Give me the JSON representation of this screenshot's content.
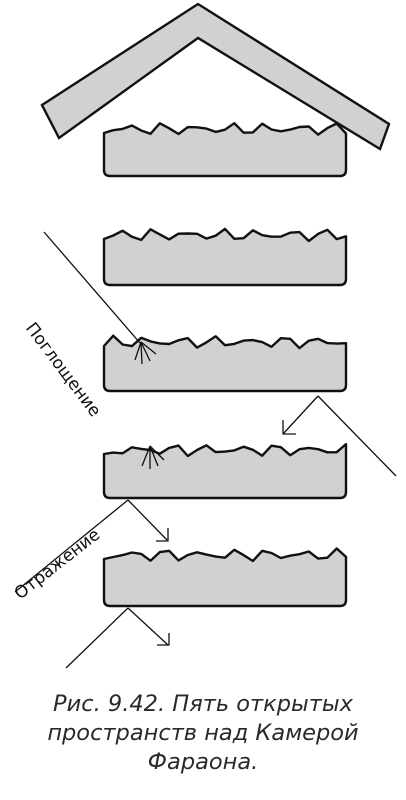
{
  "labels": {
    "absorption": "Поглощение",
    "reflection": "Отражение"
  },
  "caption": {
    "line1": "Рис. 9.42. Пять открытых",
    "line2": "пространств над Камерой",
    "line3": "Фараона."
  },
  "colors": {
    "fill": "#d1d1d1",
    "stroke": "#111111",
    "caption_text": "#2a2a2a"
  }
}
